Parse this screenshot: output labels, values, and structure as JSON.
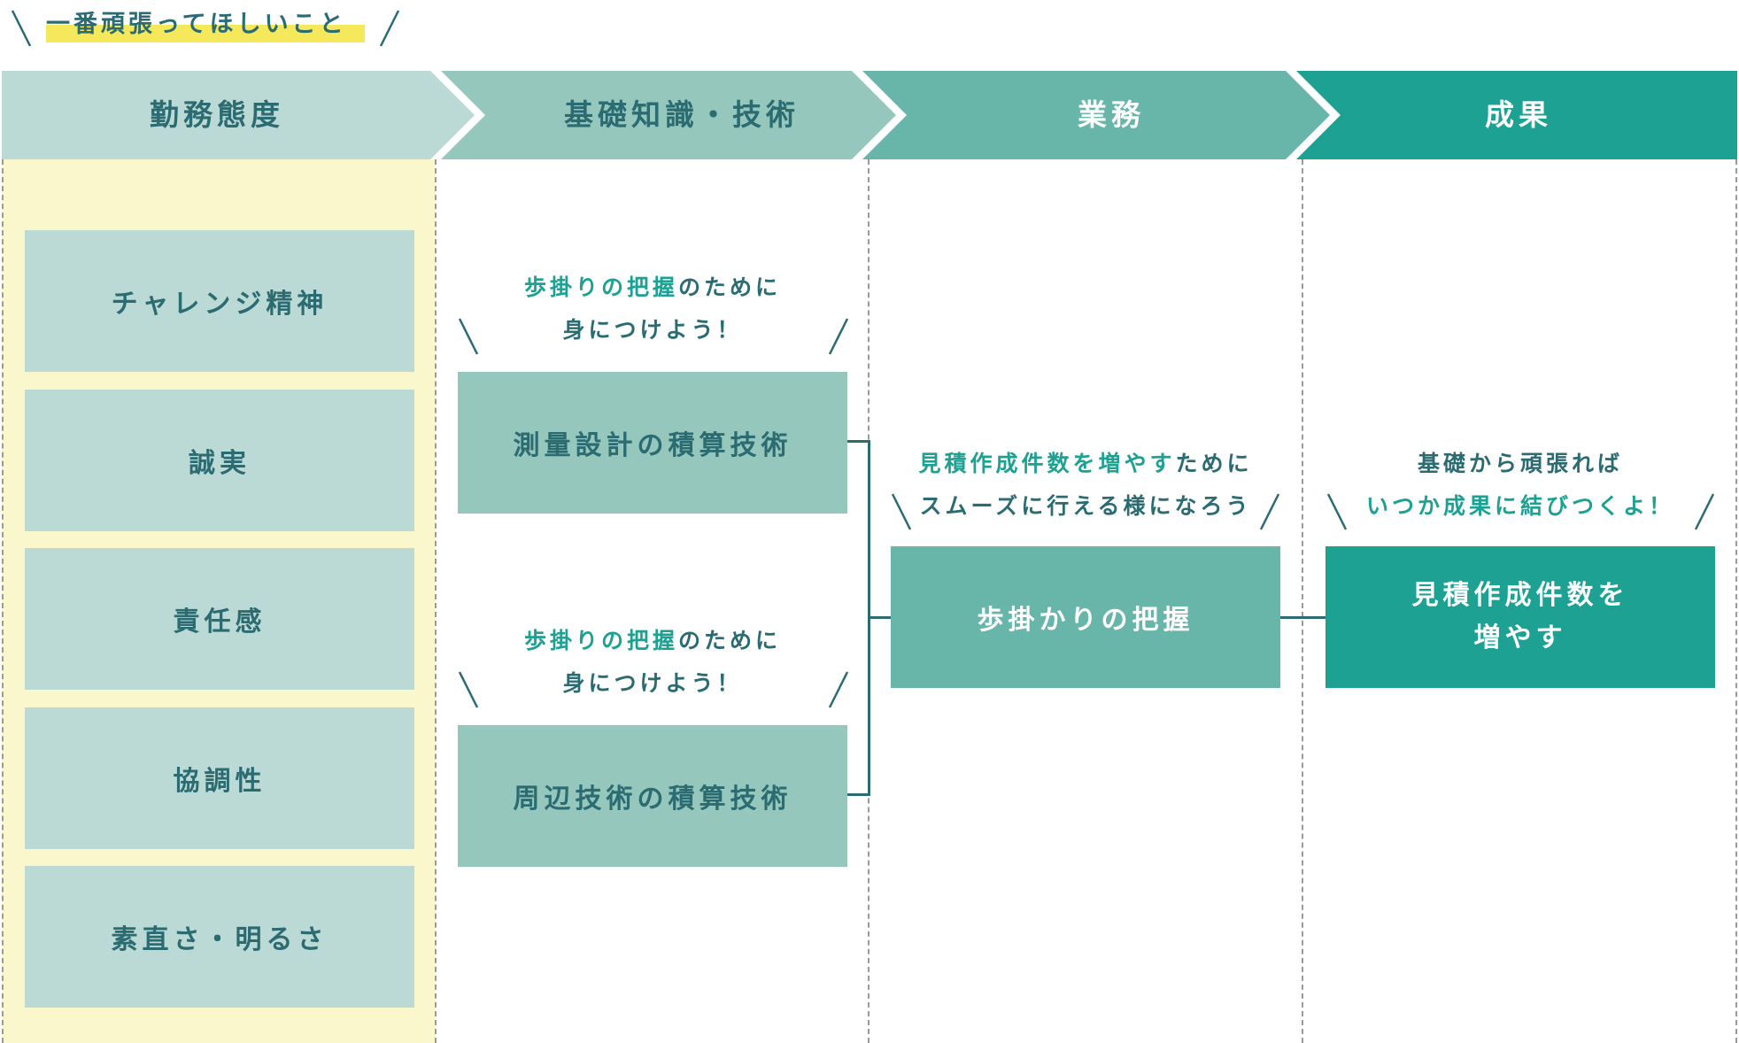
{
  "header_note": {
    "label": "一番頑張ってほしいこと"
  },
  "columns": [
    {
      "title": "勤務態度",
      "fill": "#bcdad5",
      "text_color": "#2b6b72"
    },
    {
      "title": "基礎知識・技術",
      "fill": "#96c7bc",
      "text_color": "#2b6b72"
    },
    {
      "title": "業務",
      "fill": "#68b5a9",
      "text_color": "#ffffff"
    },
    {
      "title": "成果",
      "fill": "#1ca193",
      "text_color": "#ffffff"
    }
  ],
  "attitude_items": [
    "チャレンジ精神",
    "誠実",
    "責任感",
    "協調性",
    "素直さ・明るさ"
  ],
  "skills": {
    "note1": {
      "accent": "歩掛りの把握",
      "rest": "のために",
      "line2": "身につけよう！"
    },
    "box1": "測量設計の積算技術",
    "note2": {
      "accent": "歩掛りの把握",
      "rest": "のために",
      "line2": "身につけよう！"
    },
    "box2": "周辺技術の積算技術"
  },
  "work": {
    "note_accent": "見積作成件数を増やす",
    "note_rest": "ために",
    "note_line2": "スムーズに行える様になろう",
    "box": "歩掛かりの把握"
  },
  "result": {
    "note_line1": "基礎から頑張れば",
    "note_line2": "いつか成果に結びつくよ！",
    "box_line1": "見積作成件数を",
    "box_line2": "増やす"
  },
  "colors": {
    "highlight_yellow": "#f5e95b",
    "column_yellow": "#fbf7cd",
    "dark_teal": "#2b6b72",
    "accent_teal": "#1ca193"
  }
}
